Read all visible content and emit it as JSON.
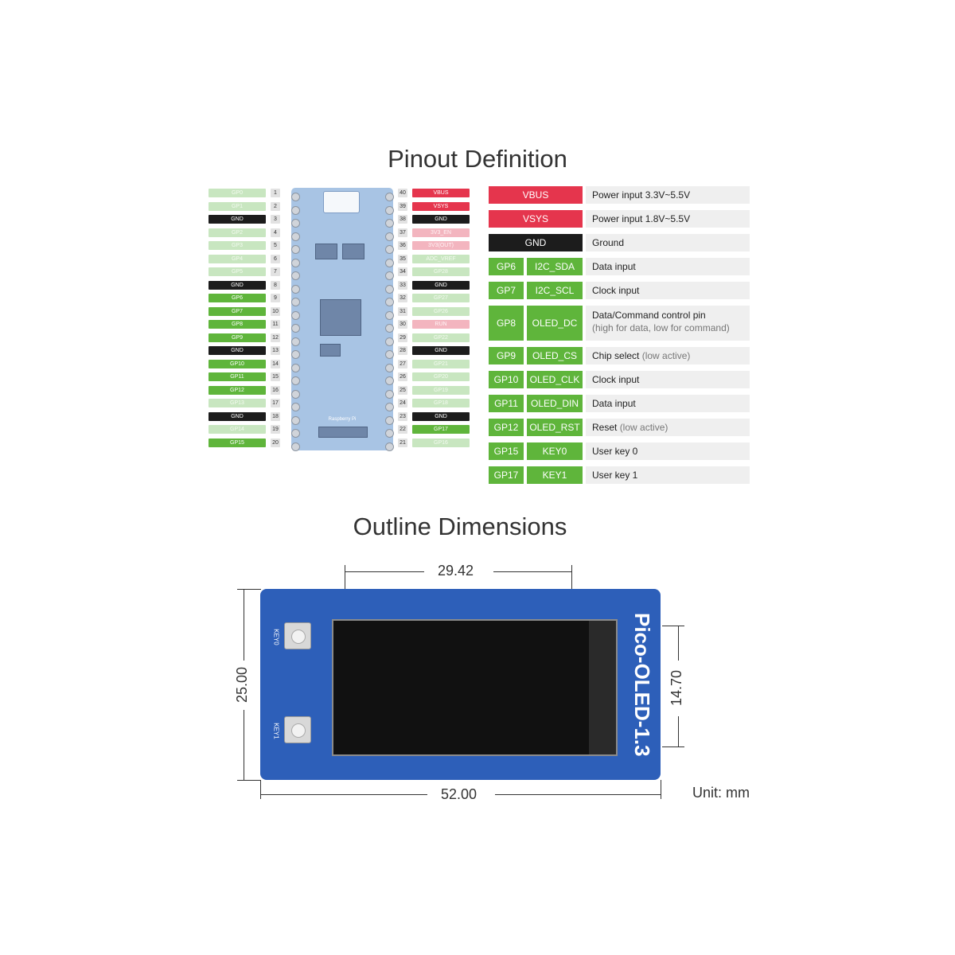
{
  "pinout": {
    "title": "Pinout Definition",
    "left_pins": [
      {
        "label": "GP0",
        "num": "1",
        "color": "c-lg"
      },
      {
        "label": "GP1",
        "num": "2",
        "color": "c-lg"
      },
      {
        "label": "GND",
        "num": "3",
        "color": "c-k"
      },
      {
        "label": "GP2",
        "num": "4",
        "color": "c-lg"
      },
      {
        "label": "GP3",
        "num": "5",
        "color": "c-lg"
      },
      {
        "label": "GP4",
        "num": "6",
        "color": "c-lg"
      },
      {
        "label": "GP5",
        "num": "7",
        "color": "c-lg"
      },
      {
        "label": "GND",
        "num": "8",
        "color": "c-k"
      },
      {
        "label": "GP6",
        "num": "9",
        "color": "c-g"
      },
      {
        "label": "GP7",
        "num": "10",
        "color": "c-g"
      },
      {
        "label": "GP8",
        "num": "11",
        "color": "c-g"
      },
      {
        "label": "GP9",
        "num": "12",
        "color": "c-g"
      },
      {
        "label": "GND",
        "num": "13",
        "color": "c-k"
      },
      {
        "label": "GP10",
        "num": "14",
        "color": "c-g"
      },
      {
        "label": "GP11",
        "num": "15",
        "color": "c-g"
      },
      {
        "label": "GP12",
        "num": "16",
        "color": "c-g"
      },
      {
        "label": "GP13",
        "num": "17",
        "color": "c-lg"
      },
      {
        "label": "GND",
        "num": "18",
        "color": "c-k"
      },
      {
        "label": "GP14",
        "num": "19",
        "color": "c-lg"
      },
      {
        "label": "GP15",
        "num": "20",
        "color": "c-g"
      }
    ],
    "right_pins": [
      {
        "label": "VBUS",
        "num": "40",
        "color": "c-r"
      },
      {
        "label": "VSYS",
        "num": "39",
        "color": "c-r"
      },
      {
        "label": "GND",
        "num": "38",
        "color": "c-k"
      },
      {
        "label": "3V3_EN",
        "num": "37",
        "color": "c-lr"
      },
      {
        "label": "3V3(OUT)",
        "num": "36",
        "color": "c-lr"
      },
      {
        "label": "ADC_VREF",
        "num": "35",
        "color": "c-lg"
      },
      {
        "label": "GP28",
        "num": "34",
        "color": "c-lg"
      },
      {
        "label": "GND",
        "num": "33",
        "color": "c-k"
      },
      {
        "label": "GP27",
        "num": "32",
        "color": "c-lg"
      },
      {
        "label": "GP26",
        "num": "31",
        "color": "c-lg"
      },
      {
        "label": "RUN",
        "num": "30",
        "color": "c-lr"
      },
      {
        "label": "GP22",
        "num": "29",
        "color": "c-lg"
      },
      {
        "label": "GND",
        "num": "28",
        "color": "c-k"
      },
      {
        "label": "GP21",
        "num": "27",
        "color": "c-lg"
      },
      {
        "label": "GP20",
        "num": "26",
        "color": "c-lg"
      },
      {
        "label": "GP19",
        "num": "25",
        "color": "c-lg"
      },
      {
        "label": "GP18",
        "num": "24",
        "color": "c-lg"
      },
      {
        "label": "GND",
        "num": "23",
        "color": "c-k"
      },
      {
        "label": "GP17",
        "num": "22",
        "color": "c-g"
      },
      {
        "label": "GP16",
        "num": "21",
        "color": "c-lg"
      }
    ],
    "board_logo": "Raspberry Pi",
    "table": [
      {
        "kind": "wide",
        "color": "red",
        "tag": "VBUS",
        "desc": "Power input 3.3V~5.5V",
        "sub": ""
      },
      {
        "kind": "wide",
        "color": "red",
        "tag": "VSYS",
        "desc": "Power input 1.8V~5.5V",
        "sub": ""
      },
      {
        "kind": "wide",
        "color": "blk",
        "tag": "GND",
        "desc": "Ground",
        "sub": ""
      },
      {
        "kind": "pair",
        "gp": "GP6",
        "tag": "I2C_SDA",
        "desc": "Data input",
        "sub": ""
      },
      {
        "kind": "pair",
        "gp": "GP7",
        "tag": "I2C_SCL",
        "desc": "Clock input",
        "sub": ""
      },
      {
        "kind": "pairtall",
        "gp": "GP8",
        "tag": "OLED_DC",
        "desc": "Data/Command control pin",
        "sub": "(high for data, low for command)"
      },
      {
        "kind": "pair",
        "gp": "GP9",
        "tag": "OLED_CS",
        "desc": "Chip select ",
        "sub": "(low active)"
      },
      {
        "kind": "pair",
        "gp": "GP10",
        "tag": "OLED_CLK",
        "desc": "Clock input",
        "sub": ""
      },
      {
        "kind": "pair",
        "gp": "GP11",
        "tag": "OLED_DIN",
        "desc": "Data input",
        "sub": ""
      },
      {
        "kind": "pair",
        "gp": "GP12",
        "tag": "OLED_RST",
        "desc": "Reset ",
        "sub": "(low active)"
      },
      {
        "kind": "pair",
        "gp": "GP15",
        "tag": "KEY0",
        "desc": "User key 0",
        "sub": ""
      },
      {
        "kind": "pair",
        "gp": "GP17",
        "tag": "KEY1",
        "desc": "User key 1",
        "sub": ""
      }
    ]
  },
  "outline": {
    "title": "Outline Dimensions",
    "board_name": "Pico-OLED-1.3",
    "key0": "KEY0",
    "key1": "KEY1",
    "dim_top": "29.42",
    "dim_bottom": "52.00",
    "dim_left": "25.00",
    "dim_right": "14.70",
    "unit": "Unit: mm"
  }
}
